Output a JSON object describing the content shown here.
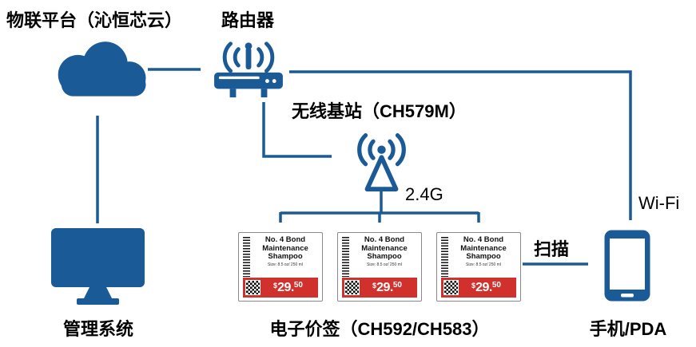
{
  "colors": {
    "primary": "#1a5a96",
    "tag_red": "#d0312d"
  },
  "labels": {
    "iot_platform": "物联平台（沁恒芯云）",
    "router": "路由器",
    "base_station": "无线基站（CH579M）",
    "frequency": "2.4G",
    "scan": "扫描",
    "wifi": "Wi-Fi",
    "management_system": "管理系统",
    "price_tag_caption": "电子价签（CH592/CH583）",
    "phone_caption": "手机/PDA"
  },
  "price_tag": {
    "title_lines": [
      "No. 4 Bond",
      "Maintenance",
      "Shampoo"
    ],
    "subtitle": "Size: 8.5 oz/ 250 ml",
    "currency": "$",
    "price_main": "29.",
    "price_cents": "50"
  }
}
